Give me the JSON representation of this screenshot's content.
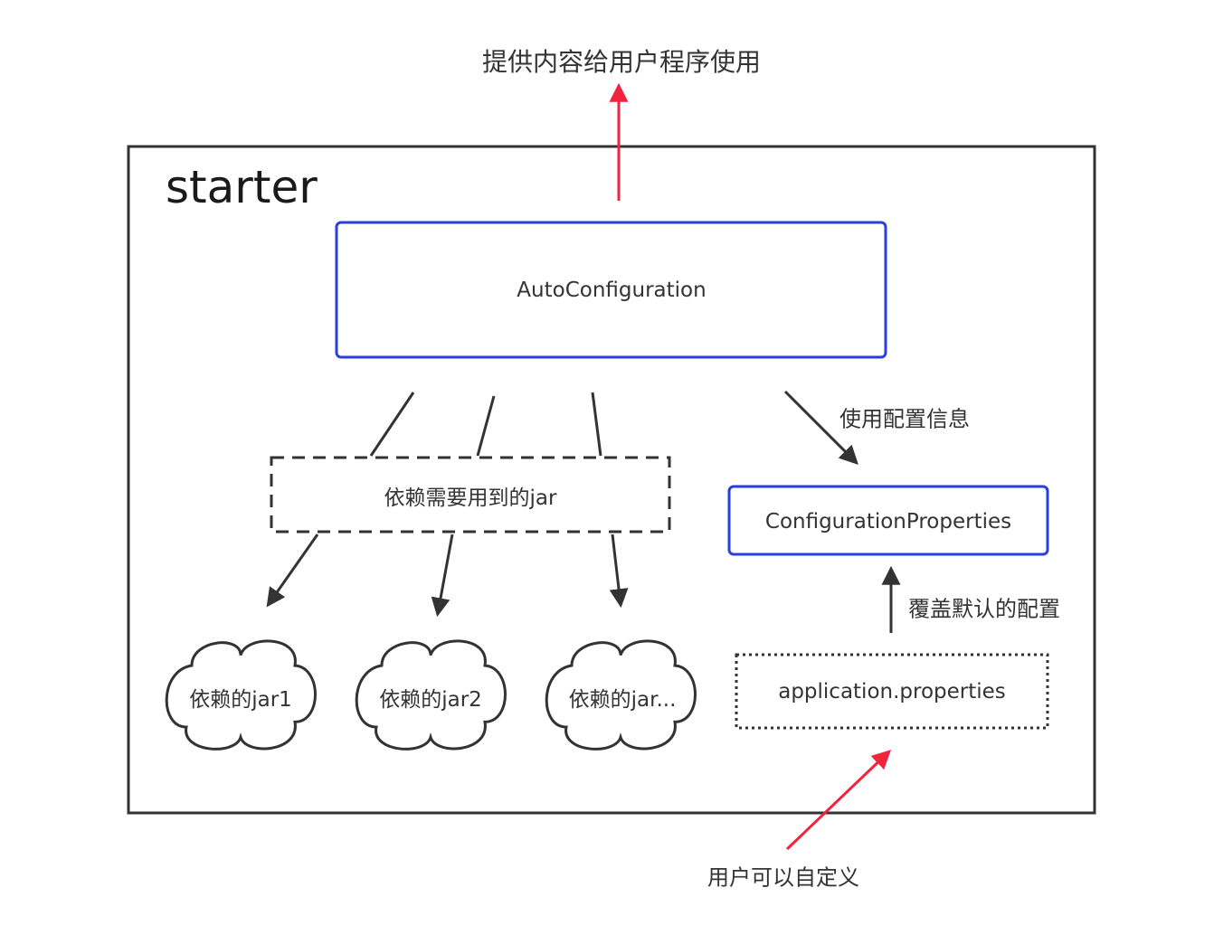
{
  "container": {
    "title": "starter"
  },
  "nodes": {
    "auto_configuration": "AutoConfiguration",
    "dependency_jars": "依赖需要用到的jar",
    "configuration_properties": "ConfigurationProperties",
    "application_properties": "application.properties",
    "jar1": "依赖的jar1",
    "jar2": "依赖的jar2",
    "jar_more": "依赖的jar..."
  },
  "edges": {
    "provide_to_user": "提供内容给用户程序使用",
    "use_config_info": "使用配置信息",
    "override_default": "覆盖默认的配置",
    "user_customizable": "用户可以自定义"
  },
  "colors": {
    "container_stroke": "#333333",
    "blue_box": "#2b3fe0",
    "dark_stroke": "#333333",
    "red_arrow": "#f0243a",
    "text": "#333333"
  }
}
